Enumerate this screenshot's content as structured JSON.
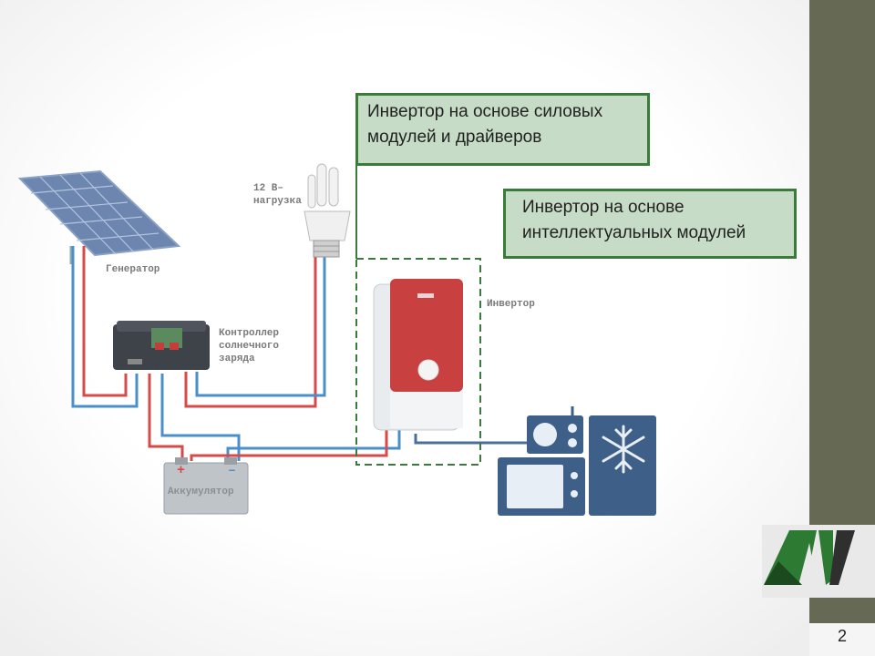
{
  "callouts": {
    "power_modules": "Инвертор на основе силовых модулей и драйверов",
    "smart_modules": "Инвертор на основе интеллектуальных модулей"
  },
  "labels": {
    "generator": "Генератор",
    "load_line1": "12 В–",
    "load_line2": "нагрузка",
    "controller_line1": "Контроллер",
    "controller_line2": "солнечного",
    "controller_line3": "заряда",
    "inverter": "Инвертор",
    "battery": "Аккумулятор",
    "battery_plus": "+",
    "battery_minus": "–"
  },
  "colors": {
    "wire_red": "#d64a4a",
    "wire_blue": "#4a8fc8",
    "callout_fill": "#c6dcc6",
    "callout_border": "#3a7a3a",
    "sidebar": "#666a55",
    "inverter_red": "#c94040"
  },
  "logo": {
    "text": "AV"
  },
  "footer": {
    "page_number": "2"
  }
}
